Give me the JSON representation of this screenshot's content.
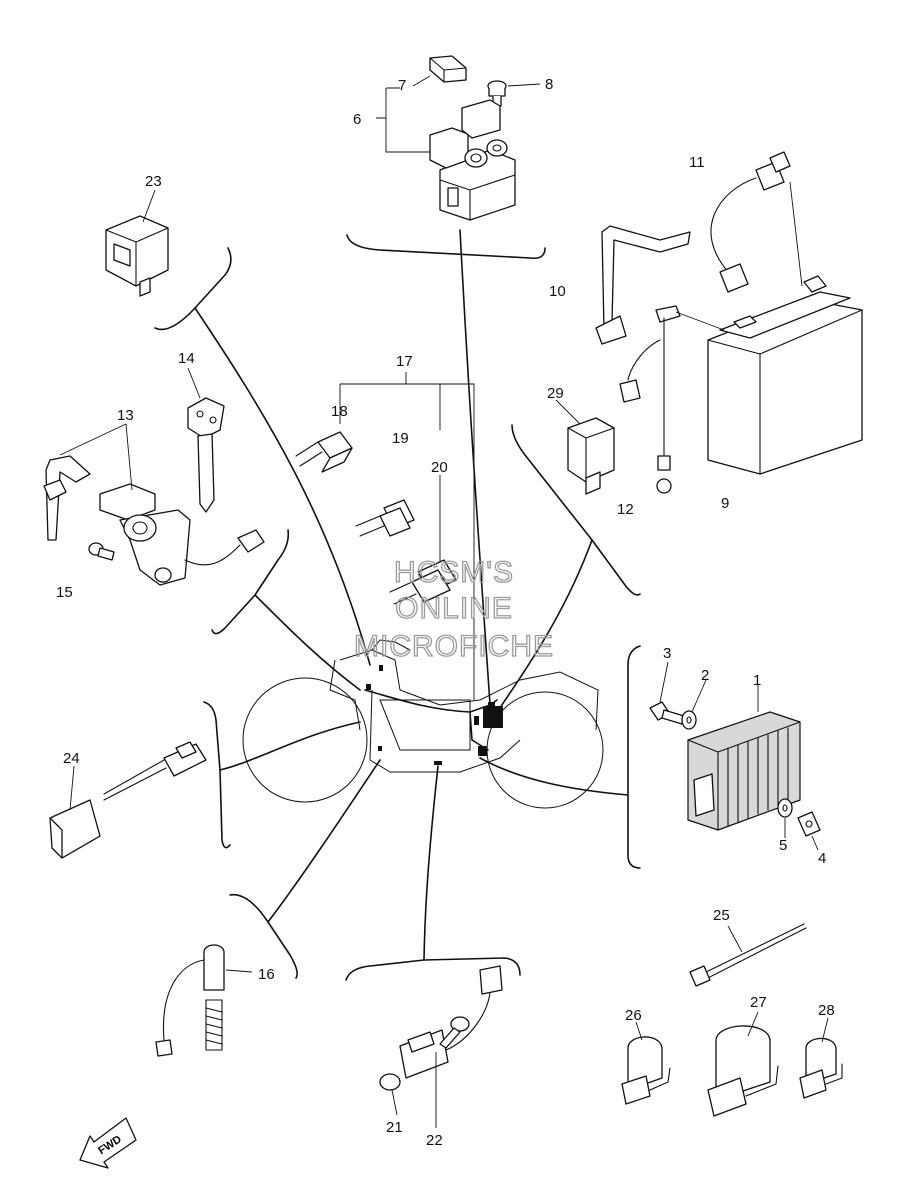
{
  "watermark": {
    "line1": "HCSM'S",
    "line2": "ONLINE",
    "line3": "MICROFICHE"
  },
  "fwd_label": "FWD",
  "callouts": [
    "1",
    "2",
    "3",
    "4",
    "5",
    "6",
    "7",
    "8",
    "9",
    "10",
    "11",
    "12",
    "13",
    "14",
    "15",
    "16",
    "17",
    "18",
    "19",
    "20",
    "21",
    "22",
    "23",
    "24",
    "25",
    "26",
    "27",
    "28",
    "29"
  ]
}
